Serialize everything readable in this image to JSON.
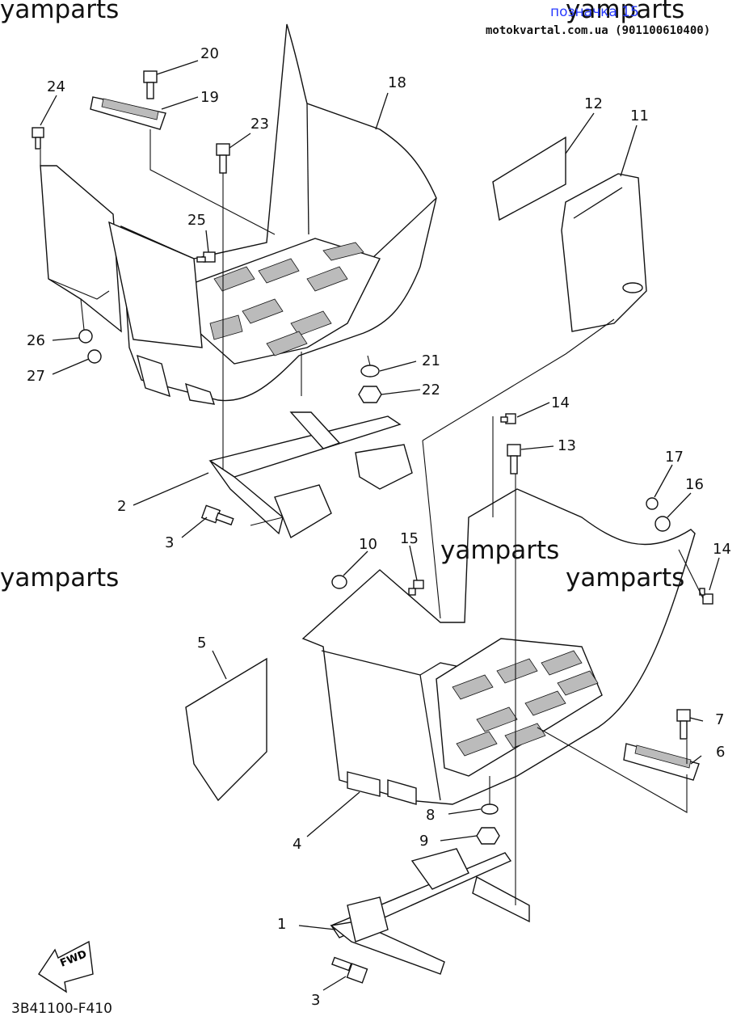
{
  "watermarks": [
    "yamparts",
    "yamparts",
    "yamparts",
    "yamparts",
    "yamparts"
  ],
  "header": {
    "link_label": "позначка 15",
    "site": "motokvartal.com.ua (901100610400)"
  },
  "diagram_code": "3B41100-F410",
  "fwd_label": "FWD",
  "callouts": [
    "20",
    "19",
    "24",
    "18",
    "23",
    "12",
    "11",
    "25",
    "26",
    "21",
    "27",
    "22",
    "14",
    "13",
    "2",
    "17",
    "16",
    "3",
    "10",
    "15",
    "14",
    "5",
    "7",
    "6",
    "8",
    "4",
    "9",
    "1",
    "3"
  ],
  "colors": {
    "line": "#111111",
    "link": "#2a3cff",
    "hatch": "#bbbbbb"
  }
}
